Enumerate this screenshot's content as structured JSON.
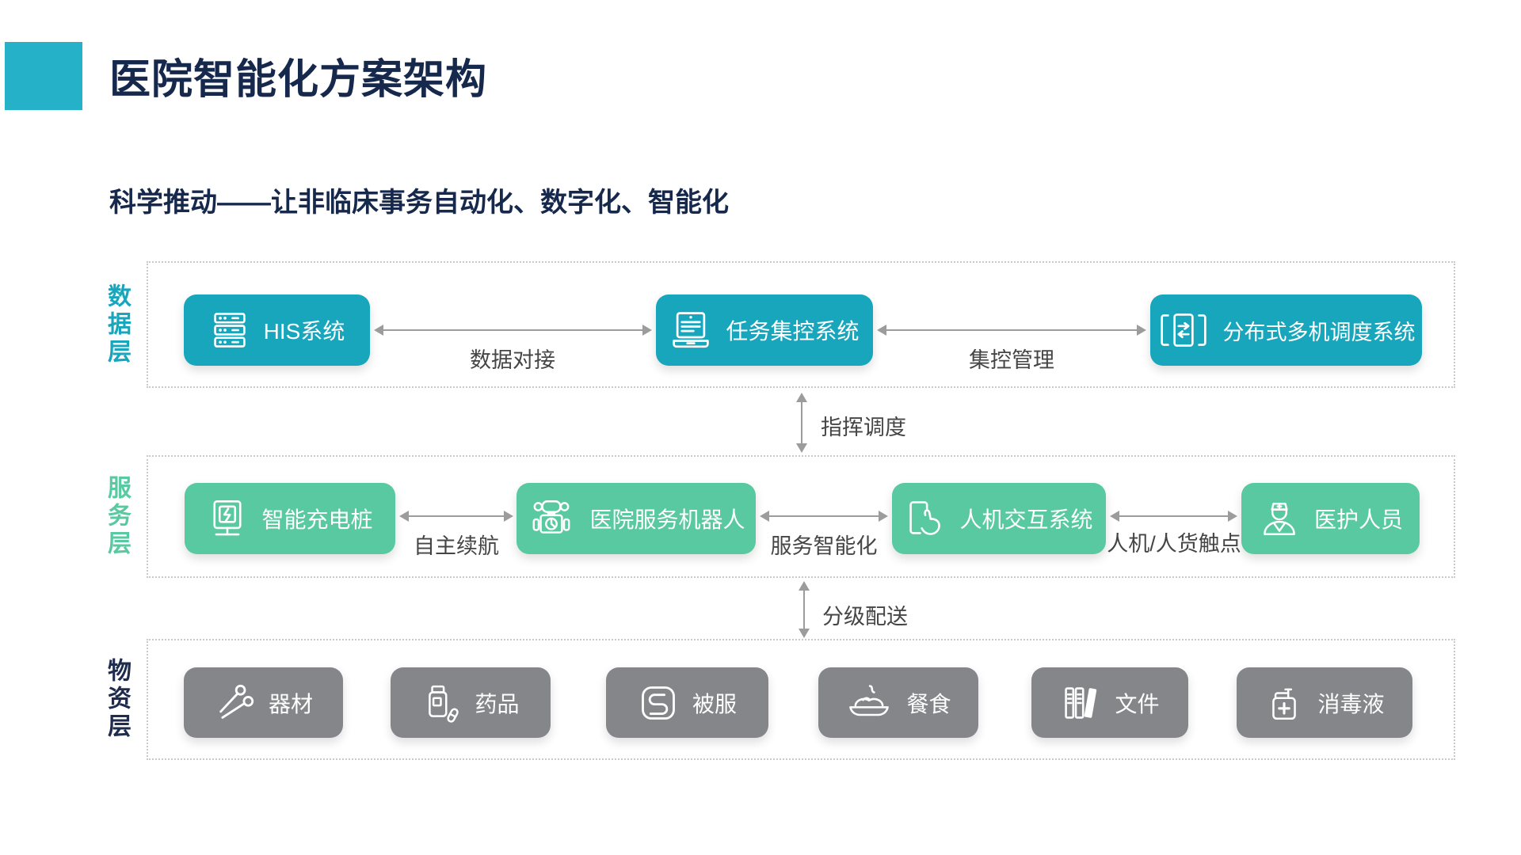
{
  "header": {
    "title": "医院智能化方案架构",
    "subtitle": "科学推动——让非临床事务自动化、数字化、智能化",
    "accent_color": "#25b1c8",
    "title_color": "#16294d"
  },
  "colors": {
    "data_layer_teal": "#18a6bc",
    "service_layer_green": "#58c9a0",
    "material_layer_gray": "#85868a",
    "arrow_gray": "#9c9c9c",
    "dashed_border": "#c9c9c9"
  },
  "layers": {
    "data": {
      "label": "数据层",
      "nodes": [
        {
          "label": "HIS系统",
          "icon": "server-icon"
        },
        {
          "label": "任务集控系统",
          "icon": "laptop-icon"
        },
        {
          "label": "分布式多机调度系统",
          "icon": "multi-robot-dispatch-icon"
        }
      ],
      "links": [
        {
          "label": "数据对接"
        },
        {
          "label": "集控管理"
        }
      ]
    },
    "service": {
      "label": "服务层",
      "nodes": [
        {
          "label": "智能充电桩",
          "icon": "charging-pile-icon"
        },
        {
          "label": "医院服务机器人",
          "icon": "robot-icon"
        },
        {
          "label": "人机交互系统",
          "icon": "touch-interaction-icon"
        },
        {
          "label": "医护人员",
          "icon": "nurse-icon"
        }
      ],
      "links": [
        {
          "label": "自主续航"
        },
        {
          "label": "服务智能化"
        },
        {
          "label": "人机/人货触点"
        }
      ]
    },
    "material": {
      "label": "物资层",
      "nodes": [
        {
          "label": "器材",
          "icon": "scissors-icon"
        },
        {
          "label": "药品",
          "icon": "medicine-bottle-icon"
        },
        {
          "label": "被服",
          "icon": "linen-icon"
        },
        {
          "label": "餐食",
          "icon": "meal-icon"
        },
        {
          "label": "文件",
          "icon": "files-icon"
        },
        {
          "label": "消毒液",
          "icon": "sanitizer-icon"
        }
      ]
    }
  },
  "layer_links": [
    {
      "label": "指挥调度"
    },
    {
      "label": "分级配送"
    }
  ]
}
